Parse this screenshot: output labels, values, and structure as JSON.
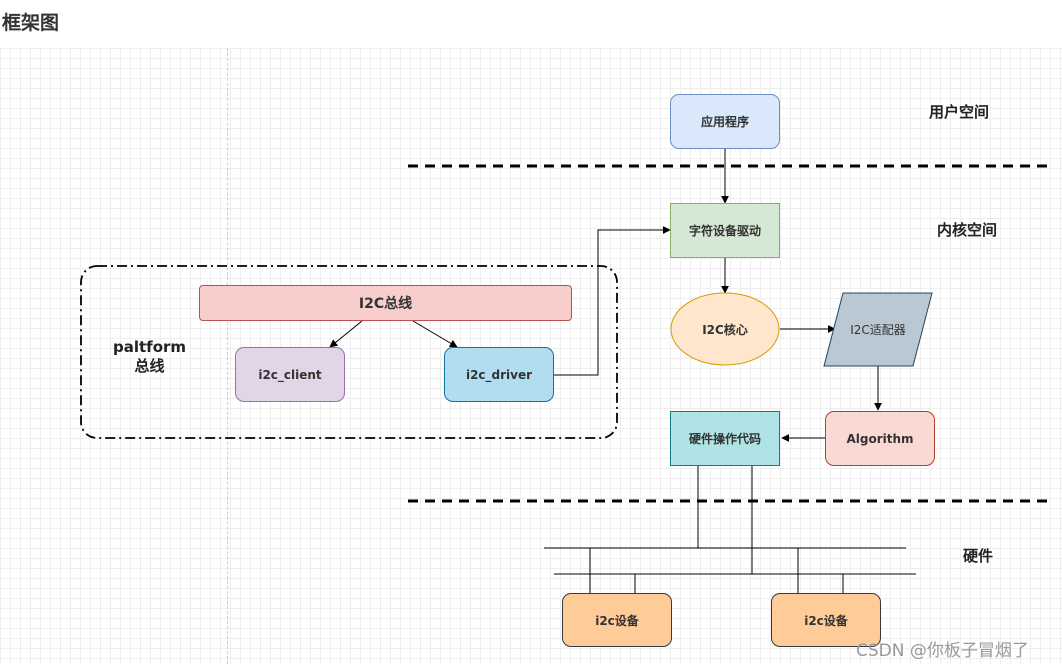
{
  "page": {
    "title": "框架图"
  },
  "zones": {
    "user_space": "用户空间",
    "kernel_space": "内核空间",
    "hardware": "硬件"
  },
  "platform": {
    "label_line1": "paltform",
    "label_line2": "总线"
  },
  "nodes": {
    "app": "应用程序",
    "char_driver": "字符设备驱动",
    "i2c_bus": "I2C总线",
    "i2c_client": "i2c_client",
    "i2c_driver": "i2c_driver",
    "i2c_core": "I2C核心",
    "i2c_adapter": "I2C适配器",
    "algorithm": "Algorithm",
    "hw_code": "硬件操作代码",
    "device_1": "i2c设备",
    "device_2": "i2c设备"
  },
  "colors": {
    "app_fill": "#dae8fc",
    "app_stroke": "#6c8ebf",
    "green_fill": "#d5e8d4",
    "green_stroke": "#82b366",
    "red_fill": "#f8cecc",
    "red_stroke": "#b85450",
    "purple_fill": "#e1d5e7",
    "purple_stroke": "#9673a6",
    "blue_fill": "#b1ddf0",
    "blue_stroke": "#10739e",
    "yellow_fill": "#ffe6cc",
    "yellow_stroke": "#d79b00",
    "slate_fill": "#bac8d3",
    "slate_stroke": "#23445d",
    "teal_fill": "#b0e3e6",
    "teal_stroke": "#0e8088",
    "orange_fill": "#ffcc99",
    "orange_stroke": "#36393d"
  },
  "watermark": "CSDN @你板子冒烟了"
}
